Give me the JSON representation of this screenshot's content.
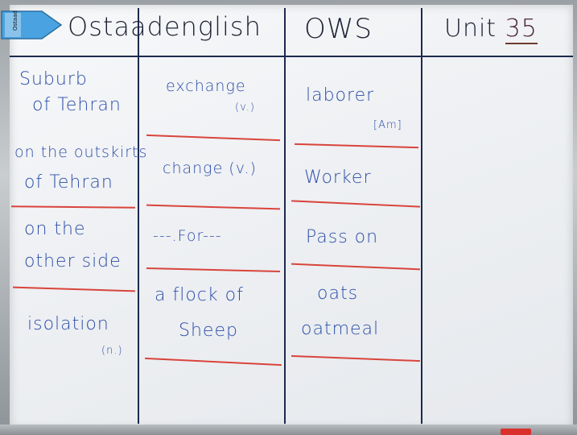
{
  "header": {
    "magnet_label": "Ostaad",
    "title": "Ostaadenglish",
    "section": "OWS",
    "unit_prefix": "Unit",
    "unit_number": "35"
  },
  "columns": [
    {
      "entries": [
        {
          "line1": "Suburb",
          "line2": "of Tehran"
        },
        {
          "line1": "on the outskirts",
          "line2": "of Tehran"
        },
        {
          "line1": "on the",
          "line2": "other side"
        },
        {
          "line1": "isolation",
          "line2": "(n.)"
        }
      ]
    },
    {
      "entries": [
        {
          "line1": "exchange",
          "line2": "(v.)"
        },
        {
          "line1": "change (v.)"
        },
        {
          "line1": "---.For---"
        },
        {
          "line1": "a flock of",
          "line2": "Sheep"
        }
      ]
    },
    {
      "entries": [
        {
          "line1": "laborer",
          "line2": "[Am]"
        },
        {
          "line1": "Worker"
        },
        {
          "line1": "Pass on"
        },
        {
          "line1": "oats",
          "line2": "oatmeal"
        }
      ]
    }
  ],
  "colors": {
    "marker_blue": "#2d4fa8",
    "marker_black": "#1e2133",
    "marker_red": "#d9443c",
    "magnet_blue": "#4aa3e0"
  }
}
